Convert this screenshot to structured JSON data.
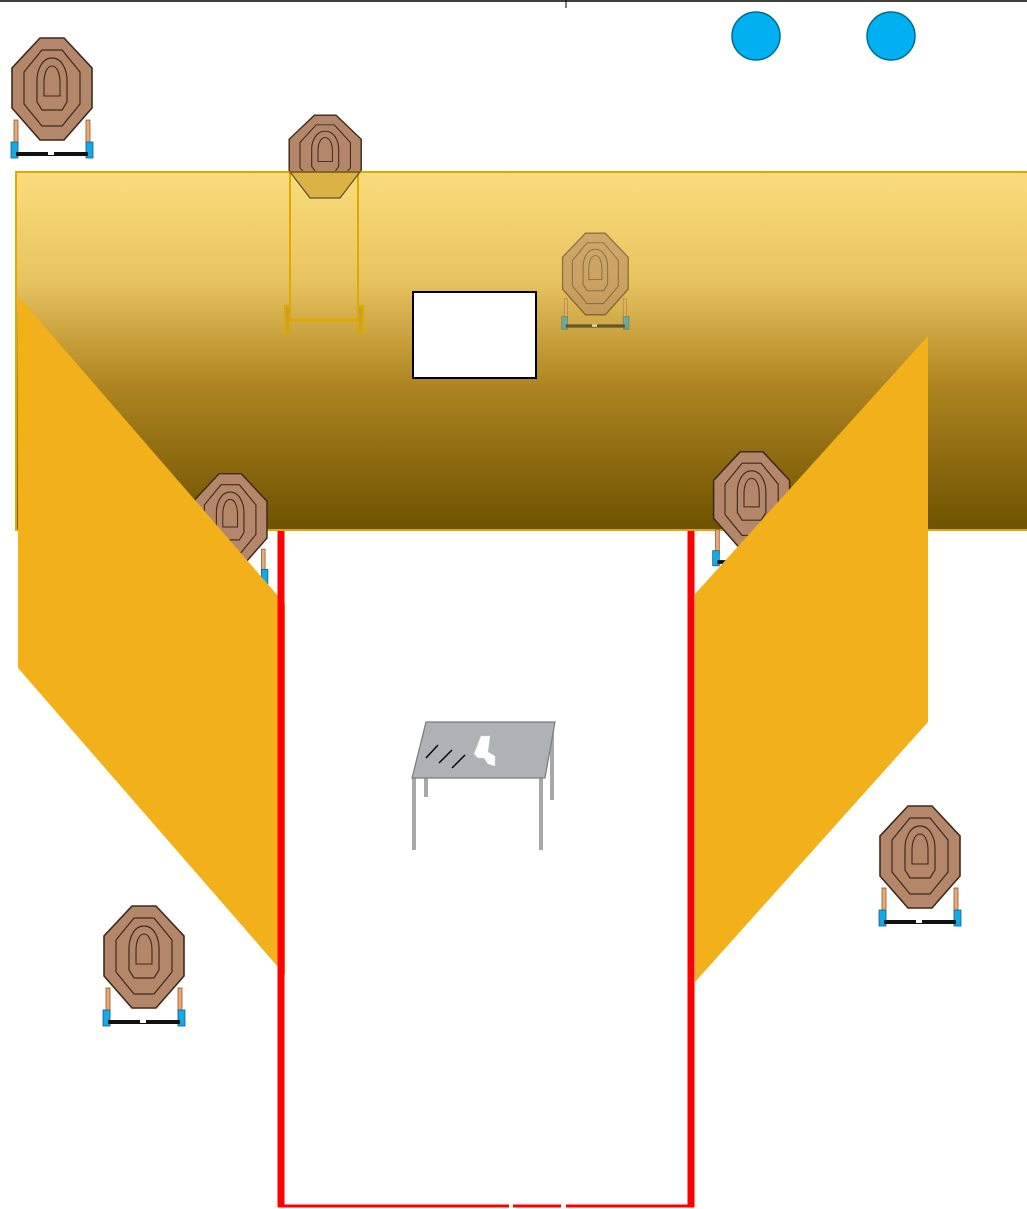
{
  "diagram": {
    "kind": "shooting-stage-layout",
    "colors": {
      "background": "#ffffff",
      "top_rule": "#000000",
      "wall_light": "#fbdc7c",
      "wall_dark": "#6e5200",
      "wall_edge": "#e0a800",
      "barricade": "#f2b01b",
      "fault_line": "#ff0000",
      "target_body": "#b5876a",
      "target_outline": "#3d2a1c",
      "stand_leg": "#e9a874",
      "stand_foot": "#16a9e6",
      "stand_base": "#111111",
      "steel_popper": "#00b0f0",
      "table_top": "#b0b1b5",
      "table_leg": "#a7a8ab",
      "pistol": "#ffffff"
    },
    "elements": {
      "wall": "vision-barrier-wall",
      "port": "window-opening",
      "barricades": [
        "barricade-left",
        "barricade-right"
      ],
      "fault_lines": [
        "fault-line-left",
        "fault-line-right",
        "fault-line-rear"
      ],
      "table": "start-table",
      "pistol": "pistol-icon",
      "steel": [
        "steel-popper-1",
        "steel-popper-2"
      ],
      "targets": [
        "paper-target-top-left",
        "paper-target-high-stand",
        "paper-target-behind-wall",
        "paper-target-left-inner",
        "paper-target-right-inner",
        "paper-target-right-outer",
        "paper-target-bottom-left"
      ]
    }
  }
}
